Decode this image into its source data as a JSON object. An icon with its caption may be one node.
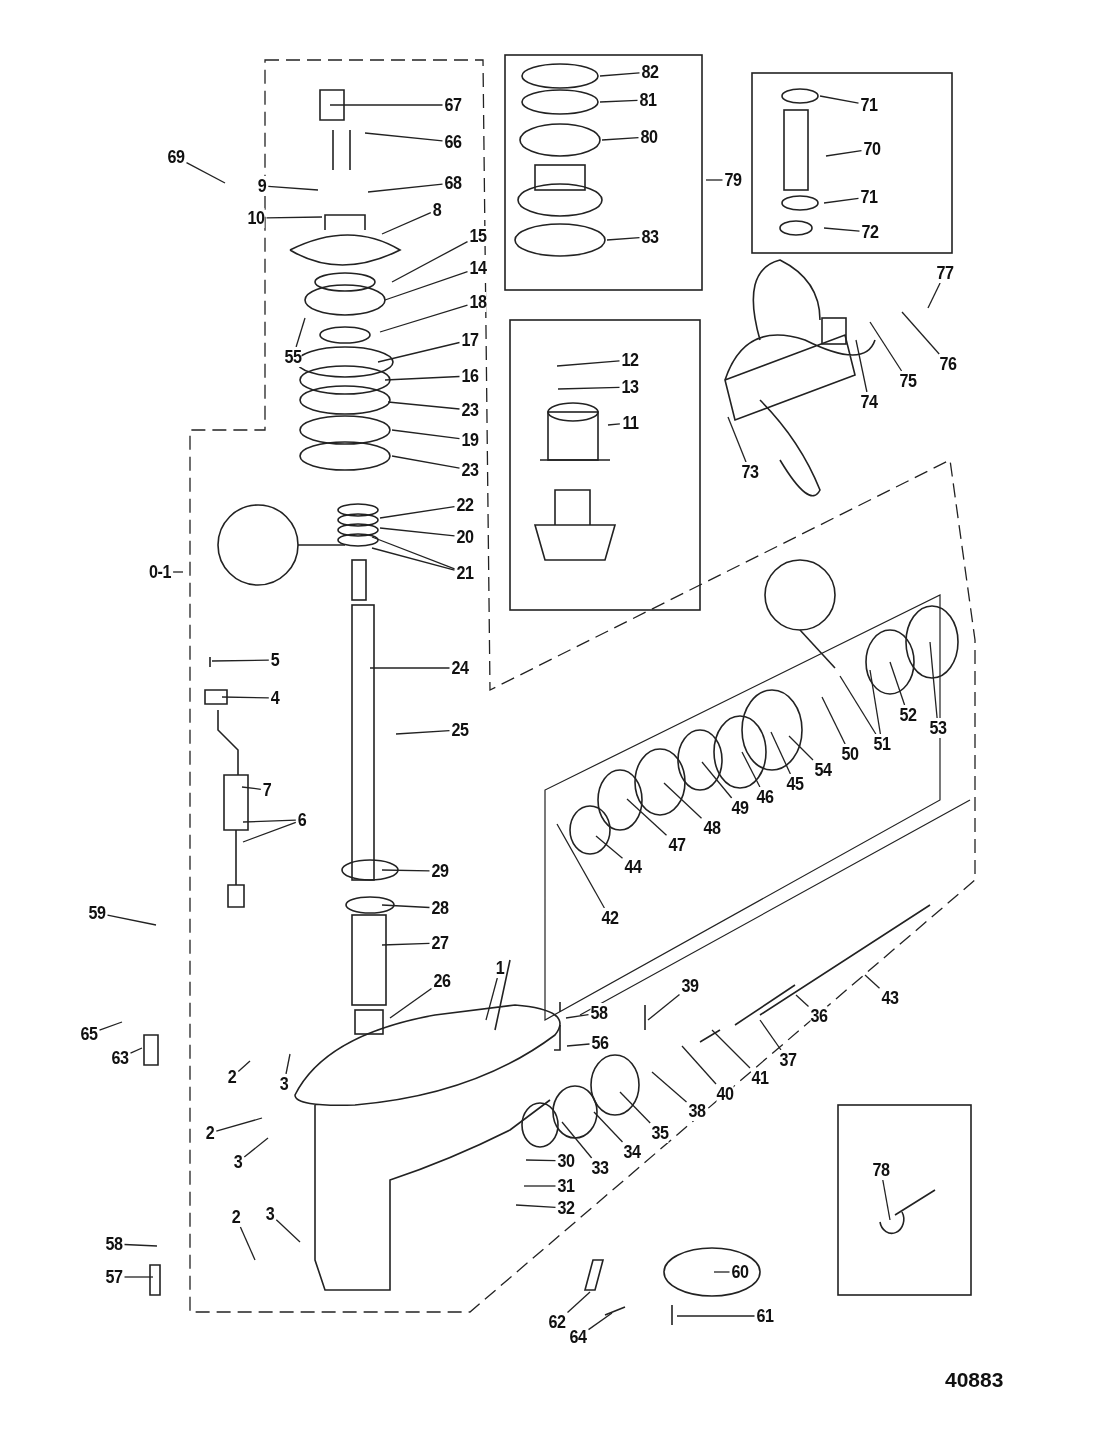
{
  "diagram": {
    "nodes": [
      {
        "text": [
          "82"
        ]
      },
      {
        "text": [
          "81"
        ]
      },
      {
        "text": [
          "67"
        ]
      },
      {
        "text": [
          "71"
        ]
      },
      {
        "text": [
          "80"
        ]
      },
      {
        "text": [
          "66"
        ]
      },
      {
        "text": [
          "70"
        ]
      },
      {
        "text": [
          "69"
        ]
      },
      {
        "text": [
          "79"
        ]
      },
      {
        "text": [
          "9"
        ]
      },
      {
        "text": [
          "68"
        ]
      },
      {
        "text": [
          "71"
        ]
      },
      {
        "text": [
          "8"
        ]
      },
      {
        "text": [
          "10"
        ]
      },
      {
        "text": [
          "72"
        ]
      },
      {
        "text": [
          "83"
        ]
      },
      {
        "text": [
          "15"
        ]
      },
      {
        "text": [
          "14"
        ]
      },
      {
        "text": [
          "77"
        ]
      },
      {
        "text": [
          "18"
        ]
      },
      {
        "text": [
          "17"
        ]
      },
      {
        "text": [
          "76"
        ]
      },
      {
        "text": [
          "55"
        ]
      },
      {
        "text": [
          "12"
        ]
      },
      {
        "text": [
          "16"
        ]
      },
      {
        "text": [
          "75"
        ]
      },
      {
        "text": [
          "13"
        ]
      },
      {
        "text": [
          "74"
        ]
      },
      {
        "text": [
          "23"
        ]
      },
      {
        "text": [
          "11"
        ]
      },
      {
        "text": [
          "19"
        ]
      },
      {
        "text": [
          "23"
        ]
      },
      {
        "text": [
          "73"
        ]
      },
      {
        "text": [
          "22"
        ]
      },
      {
        "text": [
          "20"
        ]
      },
      {
        "text": [
          "0-1"
        ]
      },
      {
        "text": [
          "21"
        ]
      },
      {
        "text": [
          "5"
        ]
      },
      {
        "text": [
          "24"
        ]
      },
      {
        "text": [
          "4"
        ]
      },
      {
        "text": [
          "53"
        ]
      },
      {
        "text": [
          "52"
        ]
      },
      {
        "text": [
          "25"
        ]
      },
      {
        "text": [
          "51"
        ]
      },
      {
        "text": [
          "50"
        ]
      },
      {
        "text": [
          "54"
        ]
      },
      {
        "text": [
          "45"
        ]
      },
      {
        "text": [
          "7"
        ]
      },
      {
        "text": [
          "46"
        ]
      },
      {
        "text": [
          "6"
        ]
      },
      {
        "text": [
          "49"
        ]
      },
      {
        "text": [
          "48"
        ]
      },
      {
        "text": [
          "47"
        ]
      },
      {
        "text": [
          "44"
        ]
      },
      {
        "text": [
          "29"
        ]
      },
      {
        "text": [
          "28"
        ]
      },
      {
        "text": [
          "59"
        ]
      },
      {
        "text": [
          "42"
        ]
      },
      {
        "text": [
          "27"
        ]
      },
      {
        "text": [
          "1"
        ]
      },
      {
        "text": [
          "26"
        ]
      },
      {
        "text": [
          "39"
        ]
      },
      {
        "text": [
          "43"
        ]
      },
      {
        "text": [
          "58"
        ]
      },
      {
        "text": [
          "36"
        ]
      },
      {
        "text": [
          "65"
        ]
      },
      {
        "text": [
          "56"
        ]
      },
      {
        "text": [
          "63"
        ]
      },
      {
        "text": [
          "37"
        ]
      },
      {
        "text": [
          "41"
        ]
      },
      {
        "text": [
          "2"
        ]
      },
      {
        "text": [
          "3"
        ]
      },
      {
        "text": [
          "40"
        ]
      },
      {
        "text": [
          "38"
        ]
      },
      {
        "text": [
          "35"
        ]
      },
      {
        "text": [
          "34"
        ]
      },
      {
        "text": [
          "2"
        ]
      },
      {
        "text": [
          "3"
        ]
      },
      {
        "text": [
          "33"
        ]
      },
      {
        "text": [
          "30"
        ]
      },
      {
        "text": [
          "78"
        ]
      },
      {
        "text": [
          "31"
        ]
      },
      {
        "text": [
          "32"
        ]
      },
      {
        "text": [
          "2"
        ]
      },
      {
        "text": [
          "3"
        ]
      },
      {
        "text": [
          "58"
        ]
      },
      {
        "text": [
          "60"
        ]
      },
      {
        "text": [
          "57"
        ]
      },
      {
        "text": [
          "61"
        ]
      },
      {
        "text": [
          "62"
        ]
      },
      {
        "text": [
          "64"
        ]
      }
    ],
    "edges": [
      {
        "from": 0,
        "to": null,
        "arrow": "none"
      },
      {
        "from": 1,
        "to": null,
        "arrow": "none"
      },
      {
        "from": 2,
        "to": null,
        "arrow": "none"
      },
      {
        "from": 3,
        "to": null,
        "arrow": "none"
      },
      {
        "from": 4,
        "to": null,
        "arrow": "none"
      },
      {
        "from": 5,
        "to": null,
        "arrow": "none"
      },
      {
        "from": 6,
        "to": null,
        "arrow": "none"
      },
      {
        "from": 7,
        "to": null,
        "arrow": "none"
      },
      {
        "from": 8,
        "to": null,
        "arrow": "none"
      },
      {
        "from": 9,
        "to": null,
        "arrow": "none"
      },
      {
        "from": 10,
        "to": null,
        "arrow": "none"
      },
      {
        "from": 11,
        "to": null,
        "arrow": "none"
      },
      {
        "from": 12,
        "to": null,
        "arrow": "none"
      },
      {
        "from": 13,
        "to": null,
        "arrow": "none"
      },
      {
        "from": 14,
        "to": null,
        "arrow": "none"
      },
      {
        "from": 15,
        "to": null,
        "arrow": "none"
      },
      {
        "from": 16,
        "to": null,
        "arrow": "none"
      },
      {
        "from": 17,
        "to": null,
        "arrow": "none"
      },
      {
        "from": 18,
        "to": null,
        "arrow": "none"
      },
      {
        "from": 19,
        "to": null,
        "arrow": "none"
      },
      {
        "from": 20,
        "to": null,
        "arrow": "none"
      },
      {
        "from": 21,
        "to": null,
        "arrow": "none"
      },
      {
        "from": 22,
        "to": null,
        "arrow": "none"
      },
      {
        "from": 23,
        "to": null,
        "arrow": "none"
      },
      {
        "from": 24,
        "to": null,
        "arrow": "none"
      },
      {
        "from": 25,
        "to": null,
        "arrow": "none"
      },
      {
        "from": 26,
        "to": null,
        "arrow": "none"
      },
      {
        "from": 27,
        "to": null,
        "arrow": "none"
      },
      {
        "from": 28,
        "to": null,
        "arrow": "none"
      },
      {
        "from": 29,
        "to": null,
        "arrow": "none"
      },
      {
        "from": 30,
        "to": null,
        "arrow": "none"
      },
      {
        "from": 31,
        "to": null,
        "arrow": "none"
      },
      {
        "from": 32,
        "to": null,
        "arrow": "none"
      },
      {
        "from": 33,
        "to": null,
        "arrow": "none"
      },
      {
        "from": 34,
        "to": null,
        "arrow": "none"
      },
      {
        "from": 35,
        "to": null,
        "arrow": "none"
      },
      {
        "from": 36,
        "to": null,
        "arrow": "none"
      },
      {
        "from": 36,
        "to": null,
        "arrow": "none"
      },
      {
        "from": 37,
        "to": null,
        "arrow": "none"
      },
      {
        "from": 38,
        "to": null,
        "arrow": "none"
      },
      {
        "from": 39,
        "to": null,
        "arrow": "none"
      },
      {
        "from": 40,
        "to": null,
        "arrow": "none"
      },
      {
        "from": 41,
        "to": null,
        "arrow": "none"
      },
      {
        "from": 42,
        "to": null,
        "arrow": "none"
      },
      {
        "from": 43,
        "to": null,
        "arrow": "none"
      },
      {
        "from": 43,
        "to": null,
        "arrow": "none"
      },
      {
        "from": 44,
        "to": null,
        "arrow": "none"
      },
      {
        "from": 45,
        "to": null,
        "arrow": "none"
      },
      {
        "from": 46,
        "to": null,
        "arrow": "none"
      },
      {
        "from": 47,
        "to": null,
        "arrow": "none"
      },
      {
        "from": 48,
        "to": null,
        "arrow": "none"
      },
      {
        "from": 49,
        "to": null,
        "arrow": "none"
      },
      {
        "from": 49,
        "to": null,
        "arrow": "none"
      },
      {
        "from": 50,
        "to": null,
        "arrow": "none"
      },
      {
        "from": 51,
        "to": null,
        "arrow": "none"
      },
      {
        "from": 52,
        "to": null,
        "arrow": "none"
      },
      {
        "from": 53,
        "to": null,
        "arrow": "none"
      },
      {
        "from": 54,
        "to": null,
        "arrow": "none"
      },
      {
        "from": 55,
        "to": null,
        "arrow": "none"
      },
      {
        "from": 56,
        "to": null,
        "arrow": "none"
      },
      {
        "from": 57,
        "to": null,
        "arrow": "none"
      },
      {
        "from": 58,
        "to": null,
        "arrow": "none"
      },
      {
        "from": 59,
        "to": null,
        "arrow": "none"
      },
      {
        "from": 60,
        "to": null,
        "arrow": "none"
      },
      {
        "from": 61,
        "to": null,
        "arrow": "none"
      },
      {
        "from": 62,
        "to": null,
        "arrow": "none"
      },
      {
        "from": 63,
        "to": null,
        "arrow": "none"
      },
      {
        "from": 64,
        "to": null,
        "arrow": "none"
      },
      {
        "from": 65,
        "to": null,
        "arrow": "none"
      },
      {
        "from": 66,
        "to": null,
        "arrow": "none"
      },
      {
        "from": 67,
        "to": null,
        "arrow": "none"
      },
      {
        "from": 68,
        "to": null,
        "arrow": "none"
      },
      {
        "from": 69,
        "to": null,
        "arrow": "none"
      },
      {
        "from": 70,
        "to": null,
        "arrow": "none"
      },
      {
        "from": 71,
        "to": null,
        "arrow": "none"
      },
      {
        "from": 72,
        "to": null,
        "arrow": "none"
      },
      {
        "from": 73,
        "to": null,
        "arrow": "none"
      },
      {
        "from": 74,
        "to": null,
        "arrow": "none"
      },
      {
        "from": 75,
        "to": null,
        "arrow": "none"
      },
      {
        "from": 76,
        "to": null,
        "arrow": "none"
      },
      {
        "from": 77,
        "to": null,
        "arrow": "none"
      },
      {
        "from": 78,
        "to": null,
        "arrow": "none"
      },
      {
        "from": 79,
        "to": null,
        "arrow": "none"
      },
      {
        "from": 80,
        "to": null,
        "arrow": "none"
      },
      {
        "from": 81,
        "to": null,
        "arrow": "none"
      },
      {
        "from": 82,
        "to": null,
        "arrow": "none"
      },
      {
        "from": 83,
        "to": null,
        "arrow": "none"
      },
      {
        "from": 84,
        "to": null,
        "arrow": "none"
      },
      {
        "from": 85,
        "to": null,
        "arrow": "none"
      },
      {
        "from": 86,
        "to": null,
        "arrow": "none"
      },
      {
        "from": 87,
        "to": null,
        "arrow": "none"
      },
      {
        "from": 88,
        "to": null,
        "arrow": "none"
      },
      {
        "from": 89,
        "to": null,
        "arrow": "none"
      },
      {
        "from": 90,
        "to": null,
        "arrow": "none"
      }
    ],
    "labels": [
      "40883"
    ]
  }
}
